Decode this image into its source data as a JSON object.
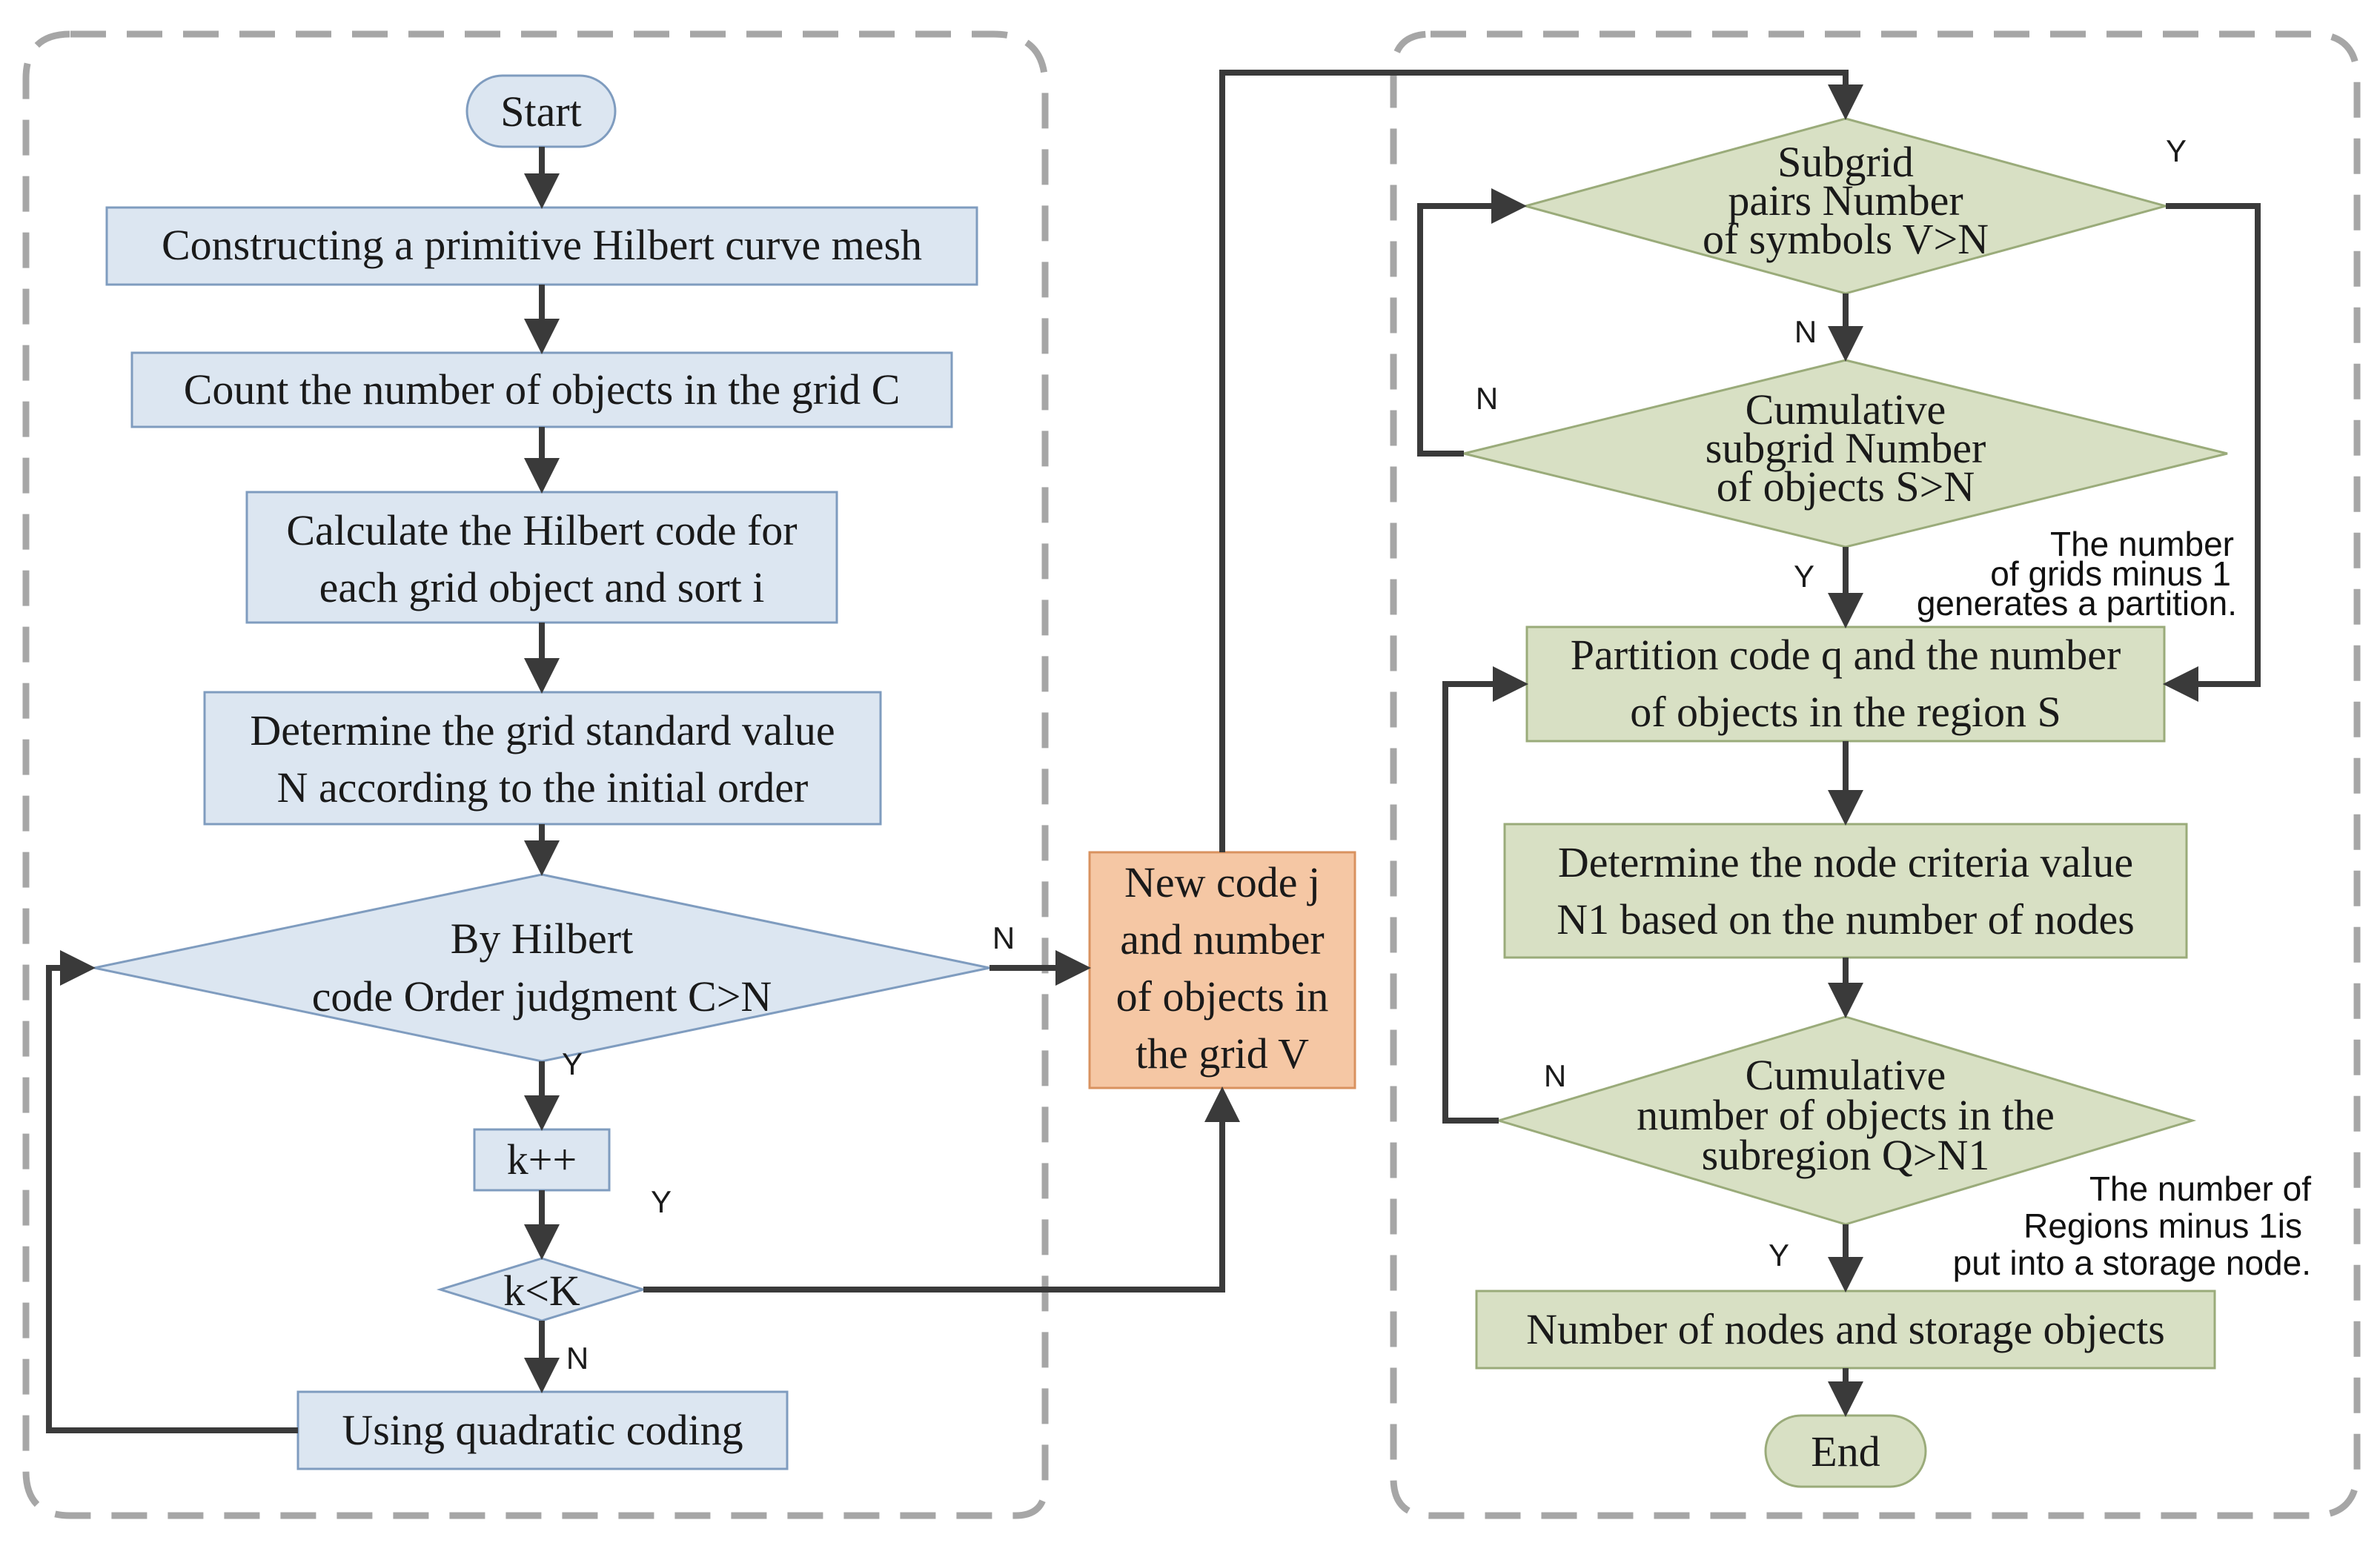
{
  "colors": {
    "blue_fill": "#dce6f1",
    "blue_stroke": "#7f9cbf",
    "green_fill": "#d8e0c4",
    "green_stroke": "#9aab7a",
    "orange_fill": "#f5c7a4",
    "orange_stroke": "#d9925f",
    "line": "#3a3a3a",
    "frame": "#a6a6a6"
  },
  "left": {
    "start": "Start",
    "step1": "Constructing a primitive Hilbert curve mesh",
    "step2": "Count the number of objects in the grid C",
    "step3": [
      "Calculate the Hilbert code for",
      "each grid object and sort i"
    ],
    "step4": [
      "Determine the grid standard value",
      "N according to the initial order"
    ],
    "decision1": [
      "By Hilbert",
      "code Order judgment C>N"
    ],
    "step5": "k++",
    "decision2": "k<K",
    "step6": "Using quadratic coding",
    "labels": {
      "d1_no": "N",
      "d1_yes": "Y",
      "k_yes": "Y",
      "d2_no": "N"
    }
  },
  "middle": {
    "box": [
      "New code j",
      "and number",
      "of objects in",
      "the grid V"
    ]
  },
  "right": {
    "decision1": [
      "Subgrid",
      "pairs Number",
      "of symbols V>N"
    ],
    "decision2": [
      "Cumulative",
      "subgrid Number",
      "of objects S>N"
    ],
    "step1": [
      "Partition code q and the number",
      "of objects in the region S"
    ],
    "step2": [
      "Determine the node criteria value",
      "N1 based on the number of nodes"
    ],
    "decision3": [
      "Cumulative",
      "number of objects in the",
      "subregion Q>N1"
    ],
    "step3": "Number of nodes and storage objects",
    "end": "End",
    "labels": {
      "d1_yes": "Y",
      "d1_no": "N",
      "d2_no": "N",
      "d2_yes": "Y",
      "d3_no": "N",
      "d3_yes": "Y"
    },
    "note1": [
      "The number",
      "of grids minus 1",
      "generates a partition."
    ],
    "note2": [
      "The number of",
      "Regions minus 1is",
      "put into a storage node."
    ]
  }
}
